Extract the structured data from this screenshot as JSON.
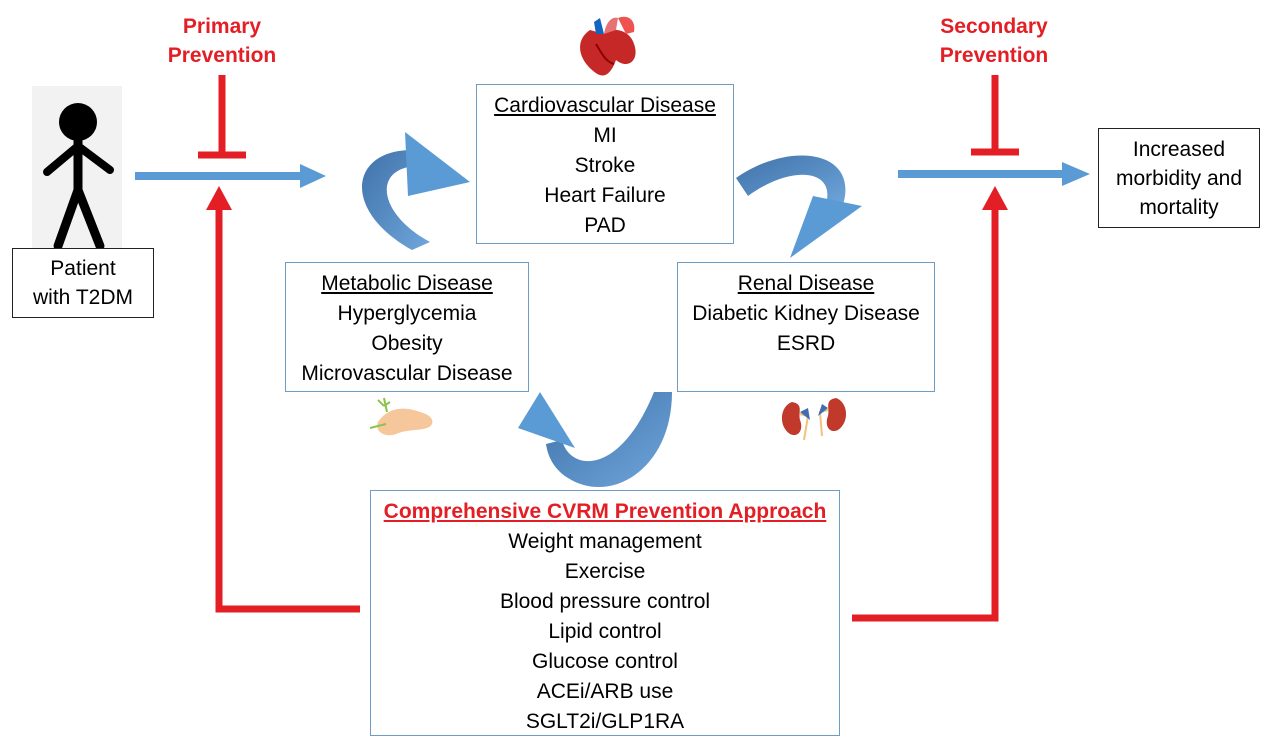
{
  "colors": {
    "flow_arrow": "#5b9bd5",
    "cycle_arrow": "#4a7ebb",
    "prevention": "#e31e24",
    "box_border": "#6f9cc3"
  },
  "primary_prevention": {
    "line1": "Primary",
    "line2": "Prevention"
  },
  "secondary_prevention": {
    "line1": "Secondary",
    "line2": "Prevention"
  },
  "patient": {
    "icon": "stick-figure-icon",
    "line1": "Patient",
    "line2": "with T2DM"
  },
  "outcome": {
    "line1": "Increased",
    "line2": "morbidity and",
    "line3": "mortality"
  },
  "cardiovascular": {
    "icon": "heart-icon",
    "title": "Cardiovascular Disease",
    "items": [
      "MI",
      "Stroke",
      "Heart Failure",
      "PAD"
    ]
  },
  "metabolic": {
    "icon": "pancreas-icon",
    "title": "Metabolic Disease",
    "items": [
      "Hyperglycemia",
      "Obesity",
      "Microvascular Disease"
    ]
  },
  "renal": {
    "icon": "kidneys-icon",
    "title": "Renal Disease",
    "items": [
      "Diabetic Kidney Disease",
      "ESRD"
    ]
  },
  "approach": {
    "title": "Comprehensive CVRM Prevention Approach",
    "items": [
      "Weight management",
      "Exercise",
      "Blood pressure control",
      "Lipid control",
      "Glucose control",
      "ACEi/ARB use",
      "SGLT2i/GLP1RA"
    ]
  }
}
